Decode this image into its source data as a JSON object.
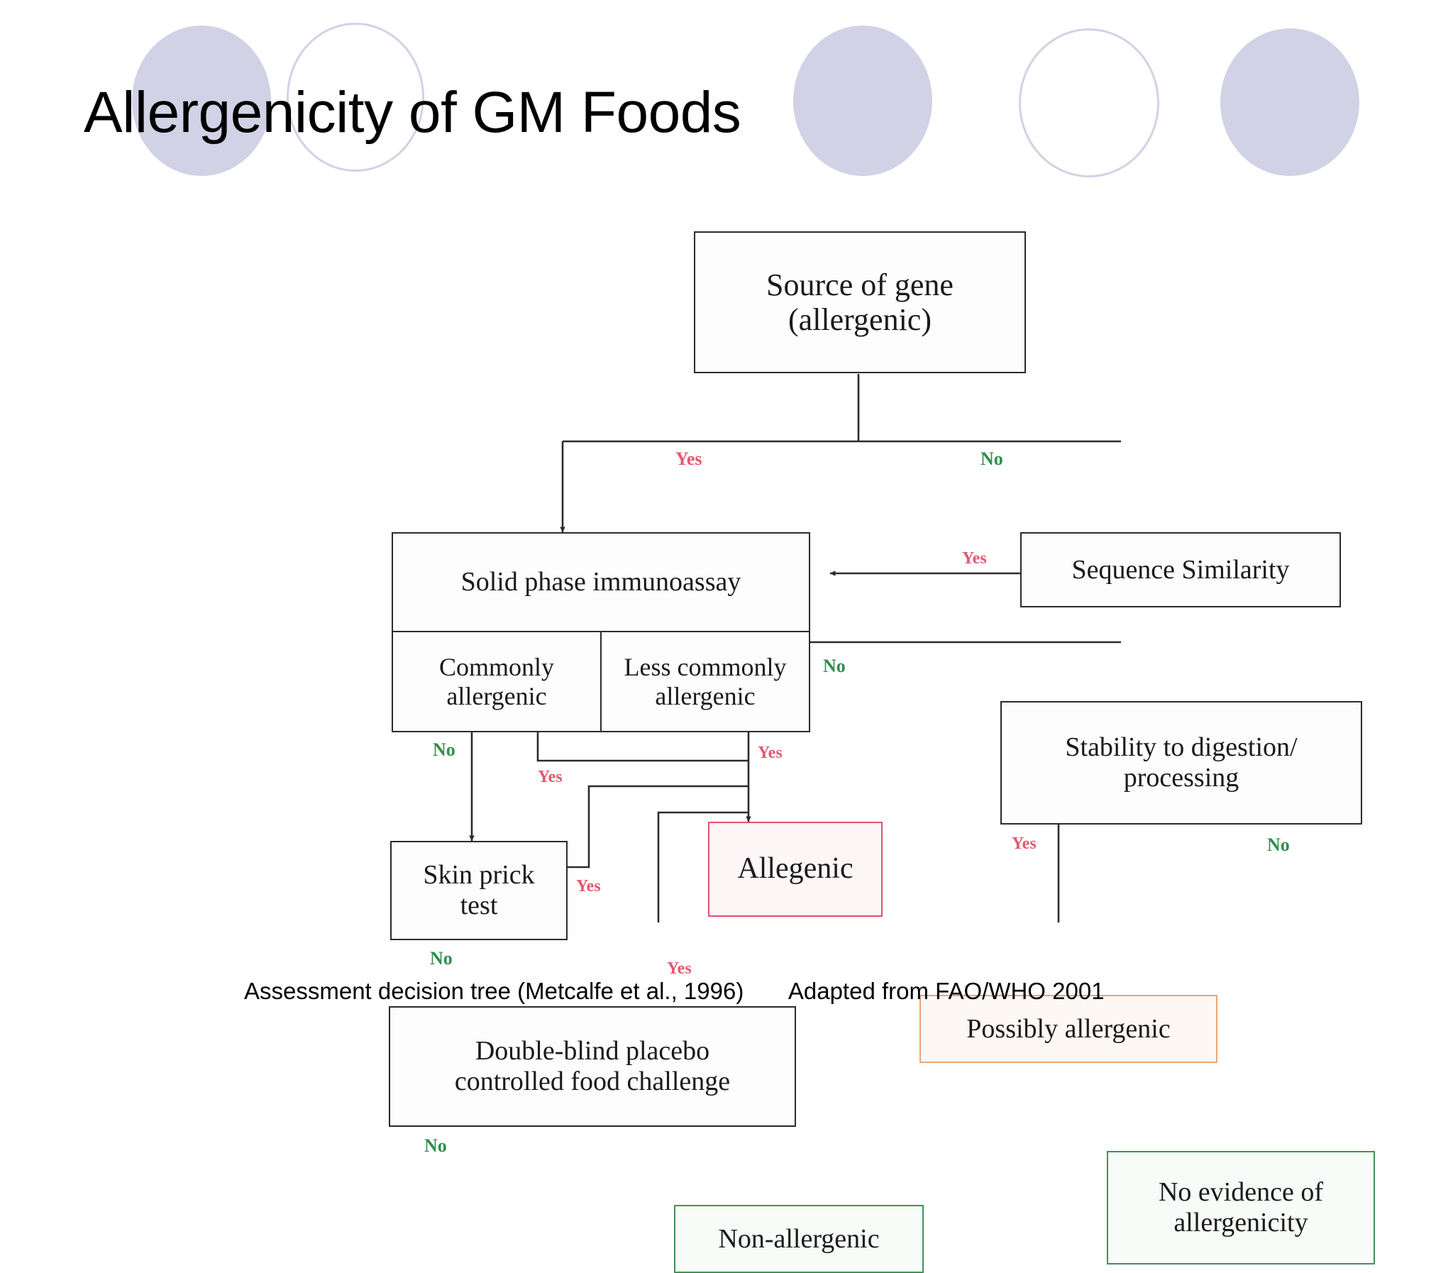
{
  "title": "Allergenicity of GM Foods",
  "caption": {
    "source": "Assessment decision tree (Metcalfe et al., 1996)",
    "adapted": "Adapted from FAO/WHO 2001"
  },
  "colors": {
    "deco_circle": "#d2d2e6",
    "box_border": "#2b2b2b",
    "yes_label": "#e2596e",
    "no_label": "#2f8f4e",
    "allergenic_border": "#e0536a",
    "possibly_allergenic_border": "#e9a676",
    "non_allergenic_border": "#3f9356"
  },
  "chart_data": {
    "type": "diagram",
    "title": "Assessment decision tree (Metcalfe et al., 1996)",
    "nodes": [
      {
        "id": "source",
        "label": "Source of gene (allergenic)",
        "kind": "decision"
      },
      {
        "id": "immunoassay",
        "label": "Solid phase immunoassay",
        "kind": "decision-split"
      },
      {
        "id": "commonly",
        "label": "Commonly allergenic",
        "kind": "subcell"
      },
      {
        "id": "less_commonly",
        "label": "Less commonly allergenic",
        "kind": "subcell"
      },
      {
        "id": "sequence",
        "label": "Sequence Similarity",
        "kind": "decision"
      },
      {
        "id": "stability",
        "label": "Stability to digestion/ processing",
        "kind": "decision"
      },
      {
        "id": "skin_prick",
        "label": "Skin prick test",
        "kind": "decision"
      },
      {
        "id": "dbpcfc",
        "label": "Double-blind placebo controlled food challenge",
        "kind": "decision"
      },
      {
        "id": "allegenic",
        "label": "Allegenic",
        "kind": "terminal-red"
      },
      {
        "id": "possibly",
        "label": "Possibly allergenic",
        "kind": "terminal-orange"
      },
      {
        "id": "non_allergenic",
        "label": "Non-allergenic",
        "kind": "terminal-green"
      },
      {
        "id": "no_evidence",
        "label": "No evidence of allergenicity",
        "kind": "terminal-green"
      }
    ],
    "edges": [
      {
        "from": "source",
        "to": "immunoassay",
        "label": "Yes"
      },
      {
        "from": "source",
        "to": "sequence",
        "label": "No"
      },
      {
        "from": "sequence",
        "to": "immunoassay",
        "label": "Yes"
      },
      {
        "from": "sequence",
        "to": "stability",
        "label": ""
      },
      {
        "from": "less_commonly",
        "to": "stability",
        "label": "No"
      },
      {
        "from": "commonly",
        "to": "skin_prick",
        "label": "No"
      },
      {
        "from": "commonly",
        "to": "allegenic",
        "label": "Yes"
      },
      {
        "from": "less_commonly",
        "to": "allegenic",
        "label": "Yes"
      },
      {
        "from": "skin_prick",
        "to": "allegenic",
        "label": "Yes"
      },
      {
        "from": "skin_prick",
        "to": "dbpcfc",
        "label": "No"
      },
      {
        "from": "dbpcfc",
        "to": "allegenic",
        "label": "Yes"
      },
      {
        "from": "dbpcfc",
        "to": "non_allergenic",
        "label": "No"
      },
      {
        "from": "stability",
        "to": "possibly",
        "label": "Yes"
      },
      {
        "from": "stability",
        "to": "no_evidence",
        "label": "No"
      }
    ]
  },
  "nodes": {
    "source_line1": "Source of gene",
    "source_line2": "(allergenic)",
    "immunoassay": "Solid phase immunoassay",
    "commonly_line1": "Commonly",
    "commonly_line2": "allergenic",
    "less_commonly_line1": "Less commonly",
    "less_commonly_line2": "allergenic",
    "sequence": "Sequence Similarity",
    "stability_line1": "Stability to digestion/",
    "stability_line2": "processing",
    "skin_prick_line1": "Skin prick",
    "skin_prick_line2": "test",
    "dbpcfc_line1": "Double-blind placebo",
    "dbpcfc_line2": "controlled food challenge",
    "allegenic": "Allegenic",
    "possibly": "Possibly allergenic",
    "non_allergenic": "Non-allergenic",
    "no_evidence_line1": "No evidence of",
    "no_evidence_line2": "allergenicity"
  },
  "edge_labels": {
    "source_yes": "Yes",
    "source_no": "No",
    "sequence_yes": "Yes",
    "less_commonly_no": "No",
    "commonly_no": "No",
    "commonly_yes": "Yes",
    "less_commonly_yes": "Yes",
    "skin_prick_yes": "Yes",
    "skin_prick_no": "No",
    "dbpcfc_yes": "Yes",
    "dbpcfc_no": "No",
    "stability_yes": "Yes",
    "stability_no": "No"
  }
}
